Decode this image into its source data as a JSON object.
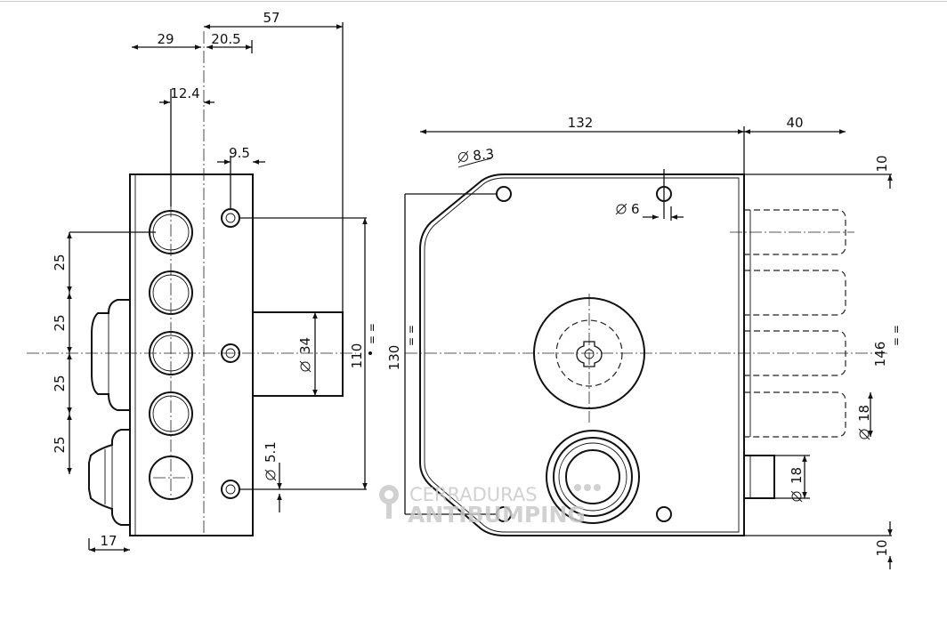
{
  "side_view": {
    "dims": {
      "d57": "57",
      "d29": "29",
      "d20_5": "20.5",
      "d12_4": "12.4",
      "d9_5": "9.5",
      "d25a": "25",
      "d25b": "25",
      "d25c": "25",
      "d25d": "25",
      "d17": "17",
      "dia34": "34",
      "dia5_1": "5.1",
      "d110": "110"
    }
  },
  "front_view": {
    "dims": {
      "d132": "132",
      "d40": "40",
      "dia8_3": "8.3",
      "dia6": "6",
      "d10_top": "10",
      "d10_bottom": "10",
      "d130": "130",
      "d146": "146",
      "dia18_bolt": "18",
      "dia18_latch": "18"
    }
  },
  "watermark": {
    "line1": "CERRADURAS",
    "line2": "ANTIBUMPING"
  },
  "colors": {
    "line": "#111111",
    "watermark": "#c9c9c9"
  }
}
